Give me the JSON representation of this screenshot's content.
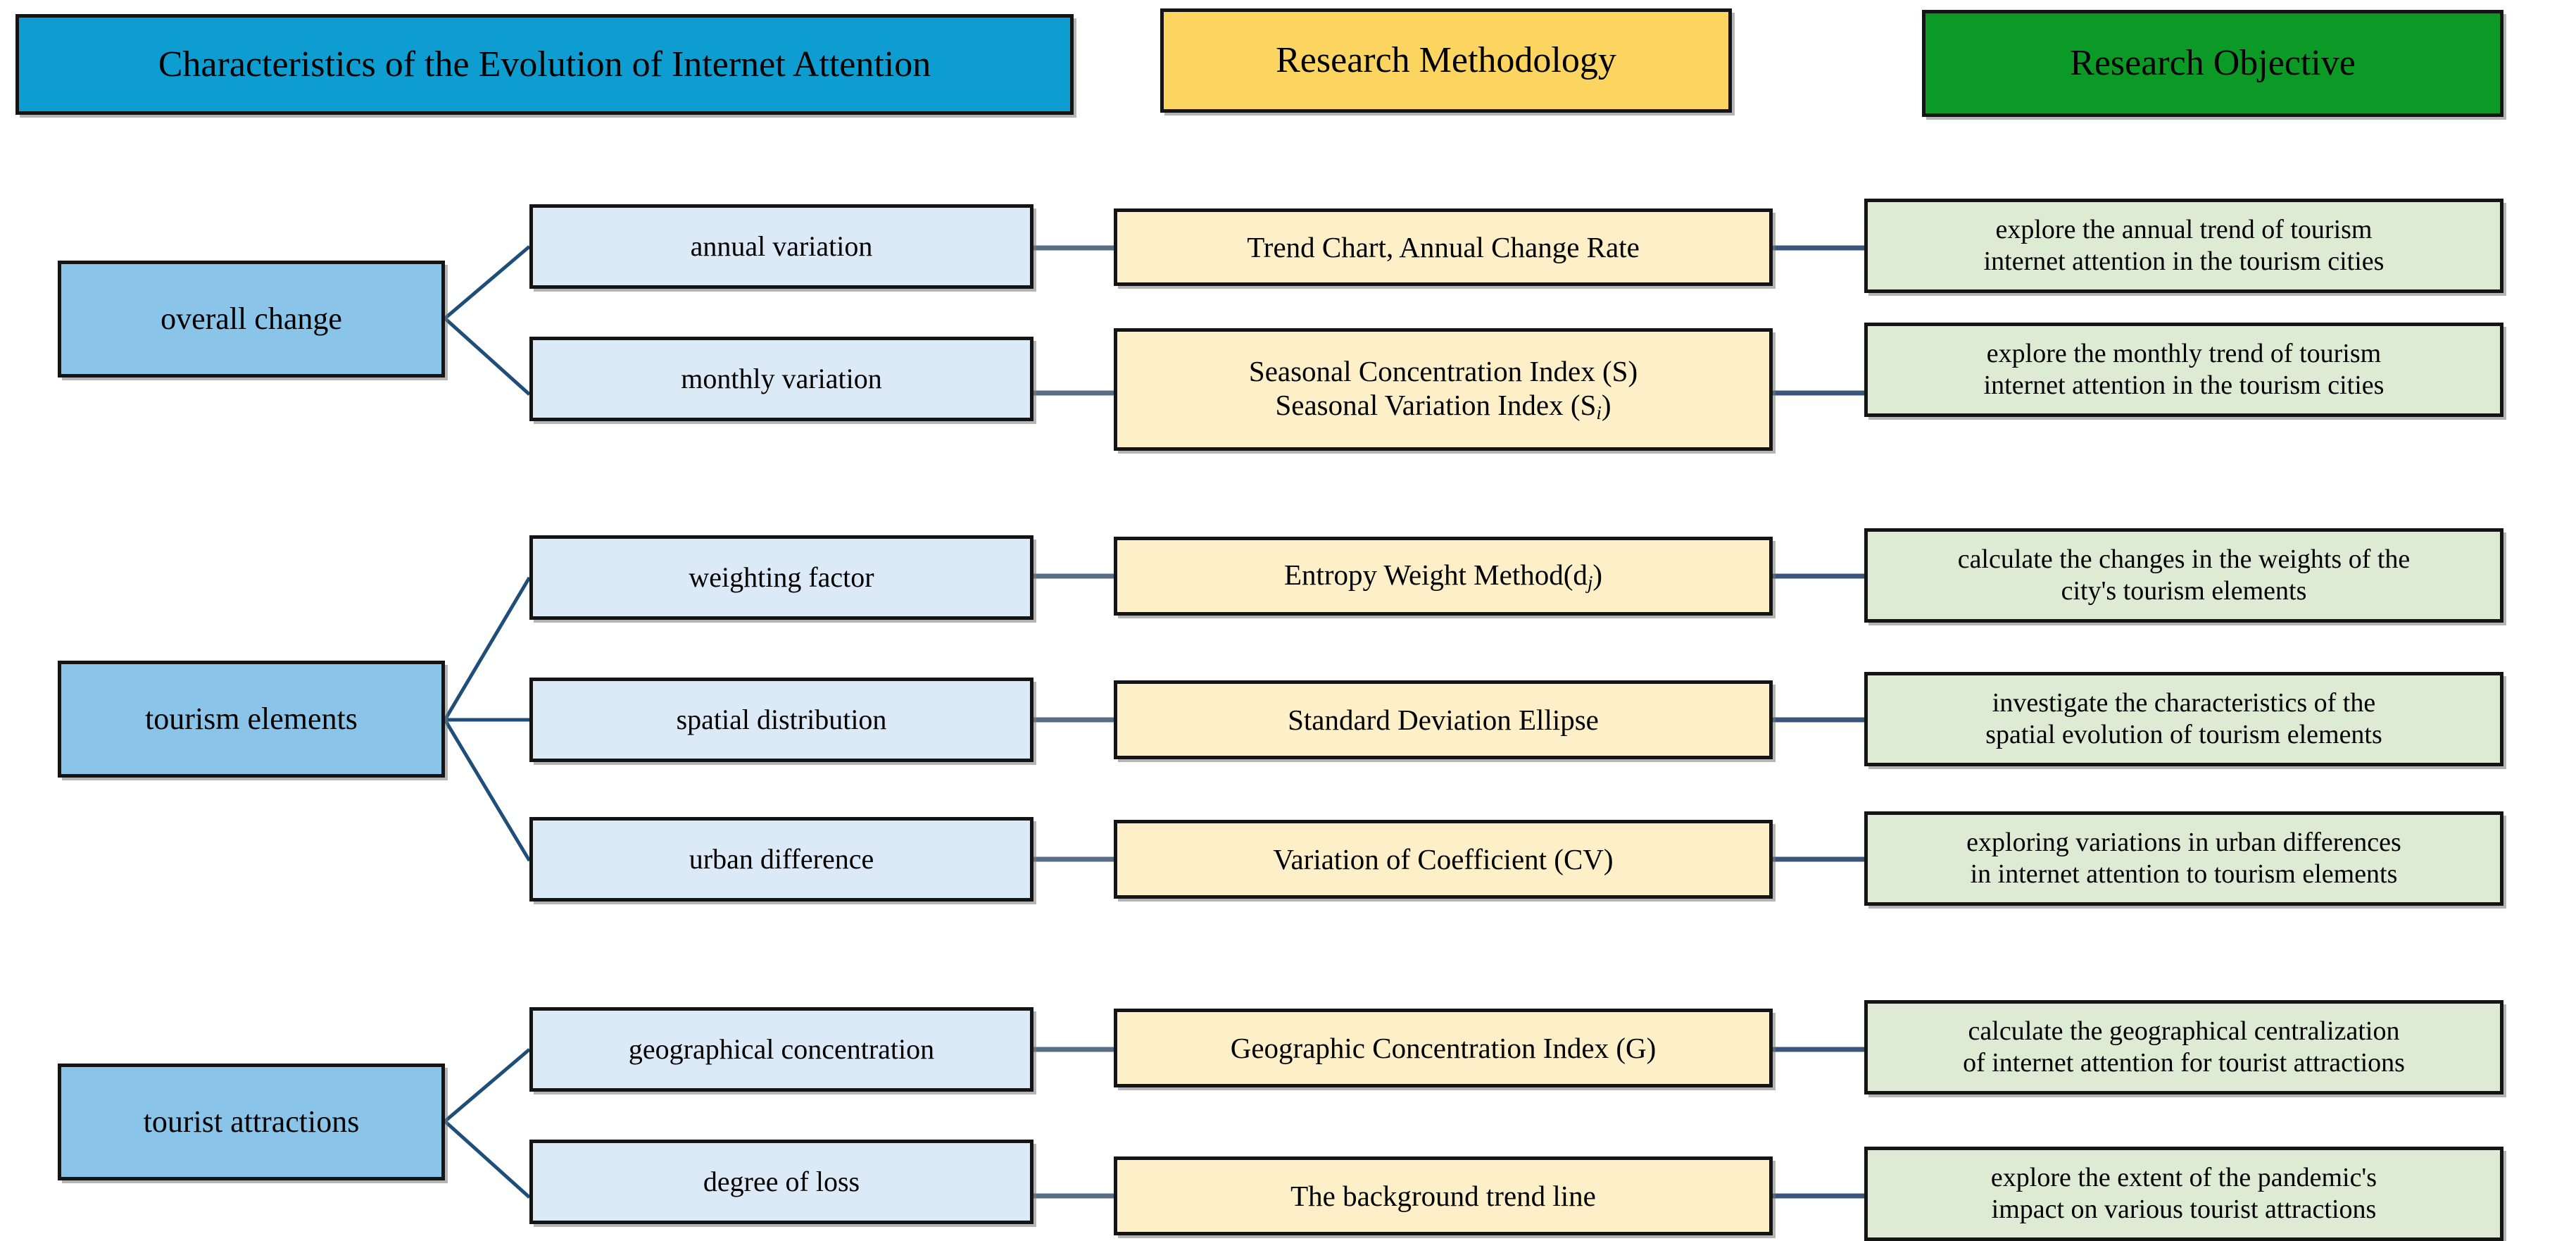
{
  "figure": {
    "title_row": [
      {
        "label": "Characteristics of the Evolution of Internet Attention",
        "color": "#0E9DD1"
      },
      {
        "label": "Research Methodology",
        "color": "#FCD561"
      },
      {
        "label": "Research Objective",
        "color": "#0C9A26"
      }
    ]
  },
  "colors": {
    "header_blue": "#0E9DD1",
    "header_yellow": "#FCD561",
    "header_green": "#0C9A26",
    "theme_fill": "#8AC4E8",
    "aspect_fill": "#DCE9F7",
    "method_fill": "#FDEFC8",
    "objective_fill": "#DDEBD5",
    "border": "#141414",
    "connector": "#1F4E79"
  },
  "groups": [
    {
      "theme": "overall change",
      "rows": [
        {
          "aspect": "annual variation",
          "method_line1": "Trend Chart, Annual Change Rate",
          "method_line2": "",
          "objective_line1": "explore the annual trend of tourism",
          "objective_line2": "internet attention in the tourism cities"
        },
        {
          "aspect": "monthly variation",
          "method_line1": "Seasonal Concentration Index (S)",
          "method_line2": "Seasonal Variation Index (S",
          "method_line2_sub": "i",
          "method_line2_tail": ")",
          "objective_line1": "explore the monthly trend of tourism",
          "objective_line2": "internet attention in the tourism cities"
        }
      ]
    },
    {
      "theme": "tourism elements",
      "rows": [
        {
          "aspect": "weighting factor",
          "method_line1": "Entropy Weight Method(d",
          "method_line1_sub": "j",
          "method_line1_tail": ")",
          "method_line2": "",
          "objective_line1": "calculate the changes in the weights of the",
          "objective_line2": "city's tourism elements"
        },
        {
          "aspect": "spatial distribution",
          "method_line1": "Standard Deviation Ellipse",
          "method_line2": "",
          "objective_line1": "investigate the characteristics of the",
          "objective_line2": "spatial evolution of tourism elements"
        },
        {
          "aspect": "urban difference",
          "method_line1": "Variation of Coefficient (CV)",
          "method_line2": "",
          "objective_line1": "exploring variations in urban differences",
          "objective_line2": "in internet attention to tourism elements"
        }
      ]
    },
    {
      "theme": "tourist attractions",
      "rows": [
        {
          "aspect": "geographical concentration",
          "method_line1": "Geographic Concentration Index (G)",
          "method_line2": "",
          "objective_line1": "calculate the geographical centralization",
          "objective_line2": "of internet attention for tourist attractions"
        },
        {
          "aspect": "degree of loss",
          "method_line1": "The background trend line",
          "method_line2": "",
          "objective_line1": "explore the extent of the pandemic's",
          "objective_line2": "impact on various tourist attractions"
        }
      ]
    }
  ]
}
